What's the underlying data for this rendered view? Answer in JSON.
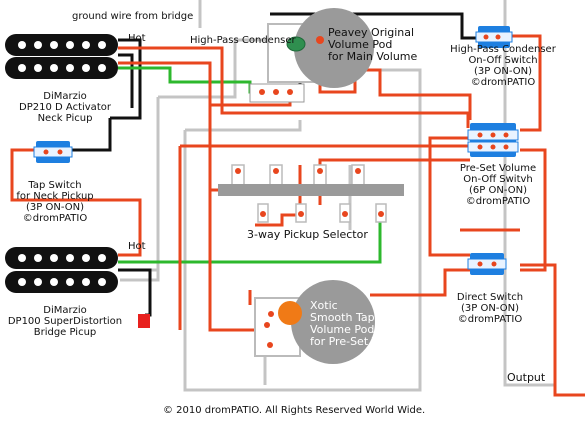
{
  "labels": {
    "ground_wire": "ground wire from bridge",
    "neck_hot": "Hot",
    "bridge_hot": "Hot",
    "high_pass_condenser": "High-Pass Condenser",
    "main_pot": [
      "Peavey Original",
      "Volume Pod",
      "for Main Volume"
    ],
    "hp_switch": [
      "High-Pass Condenser",
      "On-Off Switch",
      "(3P ON-ON)",
      "©dromPATIO"
    ],
    "neck_pickup": [
      "DiMarzio",
      "DP210 D Activator",
      "Neck Picup"
    ],
    "tap_switch": [
      "Tap Switch",
      "for Neck Pickup",
      "(3P ON-ON)",
      "©dromPATIO"
    ],
    "preset_switch": [
      "Pre-Set Volume",
      "On-Off Switvh",
      "(6P ON-ON)",
      "©dromPATIO"
    ],
    "selector": "3-way Pickup Selector",
    "bridge_pickup": [
      "DiMarzio",
      "DP100 SuperDistortion",
      "Bridge Picup"
    ],
    "direct_switch": [
      "Direct Switch",
      "(3P ON-ON)",
      "©dromPATIO"
    ],
    "xotic_pot": [
      "Xotic",
      "Smooth Taper",
      "Volume Pod",
      "for Pre-Set Volume"
    ],
    "output": "Output",
    "copyright": "© 2010 dromPATIO. All Rights Reserved World Wide."
  },
  "colors": {
    "wire_red": "#e8461e",
    "wire_black": "#111111",
    "wire_green": "#2db82d",
    "wire_gray": "#bdbdbd",
    "switch_blue": "#1e7fe0",
    "pot_gray": "#9a9a9a",
    "knob_orange": "#f07a16"
  }
}
